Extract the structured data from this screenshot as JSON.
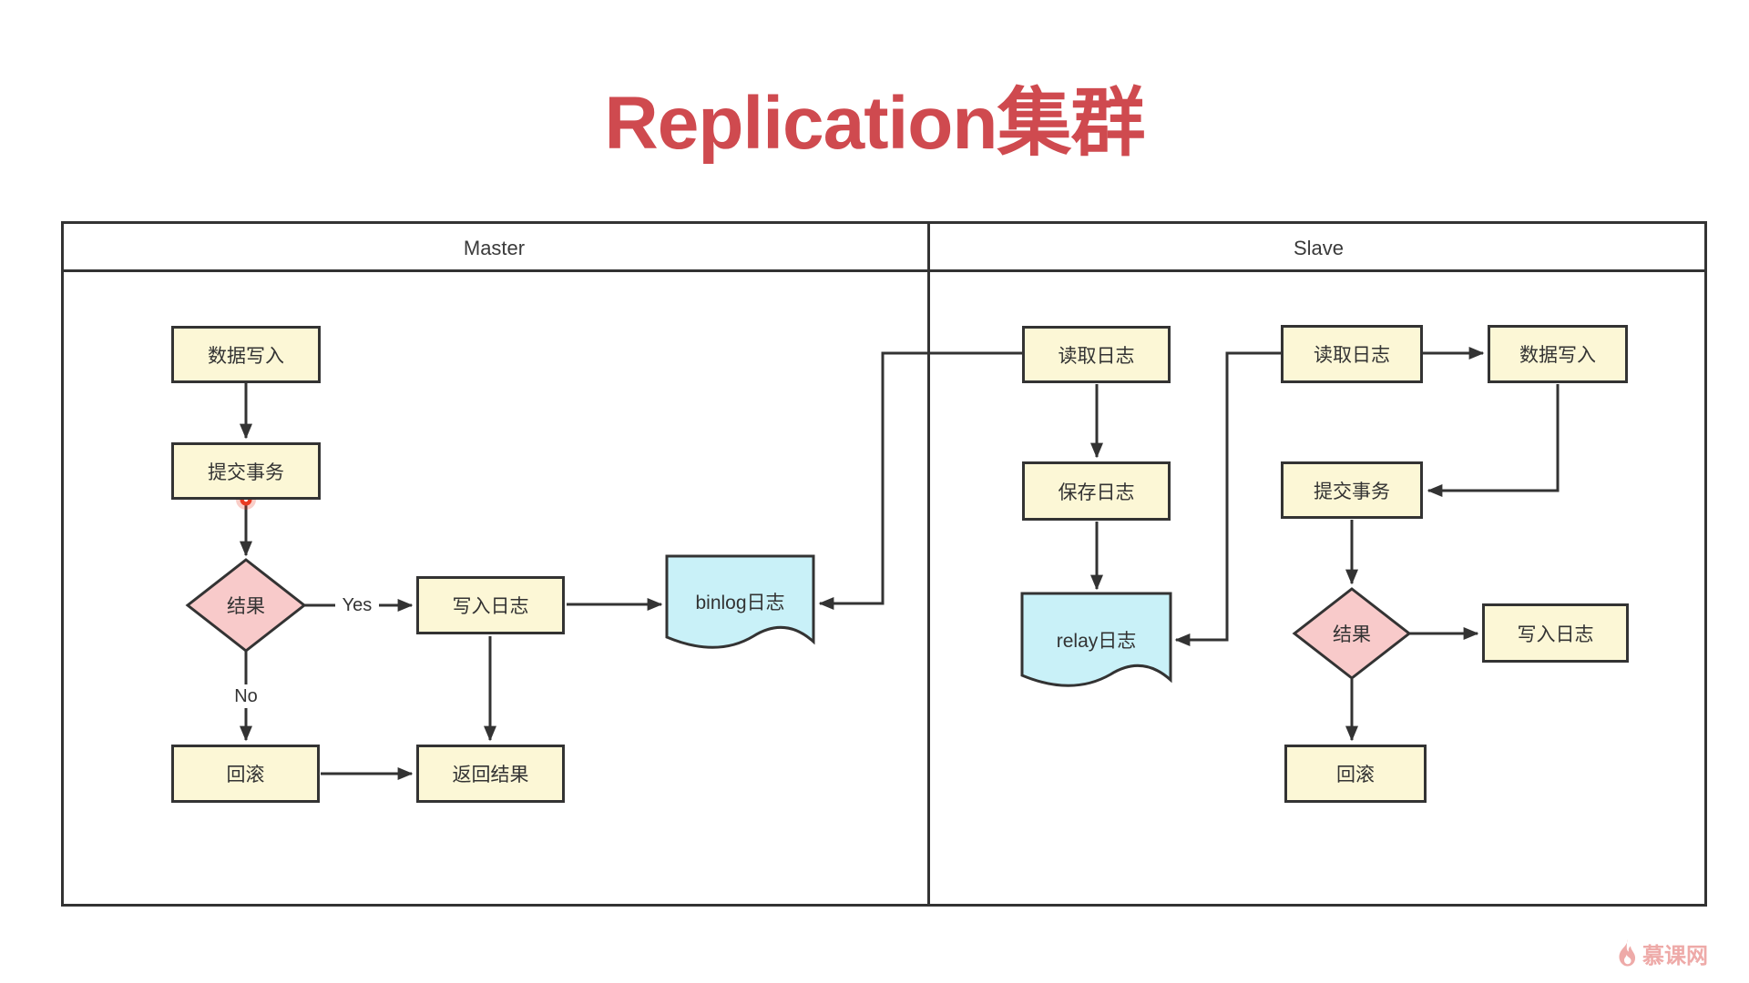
{
  "title": "Replication集群",
  "panels": {
    "master": "Master",
    "slave": "Slave"
  },
  "flow": {
    "master": {
      "write_data": "数据写入",
      "commit_tx": "提交事务",
      "result": "结果",
      "write_log": "写入日志",
      "rollback": "回滚",
      "return_result": "返回结果",
      "binlog": "binlog日志",
      "yes_label": "Yes",
      "no_label": "No"
    },
    "slave": {
      "read_log_io": "读取日志",
      "save_log": "保存日志",
      "relay_log": "relay日志",
      "read_log_sql": "读取日志",
      "write_data": "数据写入",
      "commit_tx": "提交事务",
      "result": "结果",
      "write_log": "写入日志",
      "rollback": "回滚"
    }
  },
  "watermark": {
    "text": "慕课网",
    "icon": "flame-icon"
  },
  "colors": {
    "title_red": "#cf4a4f",
    "line": "#333333",
    "process_fill": "#fcf7d6",
    "decision_fill": "#f8caca",
    "document_fill": "#c9f1f8",
    "watermark_pink": "#eeaaa8",
    "highlight_dot": "#e93b22"
  }
}
